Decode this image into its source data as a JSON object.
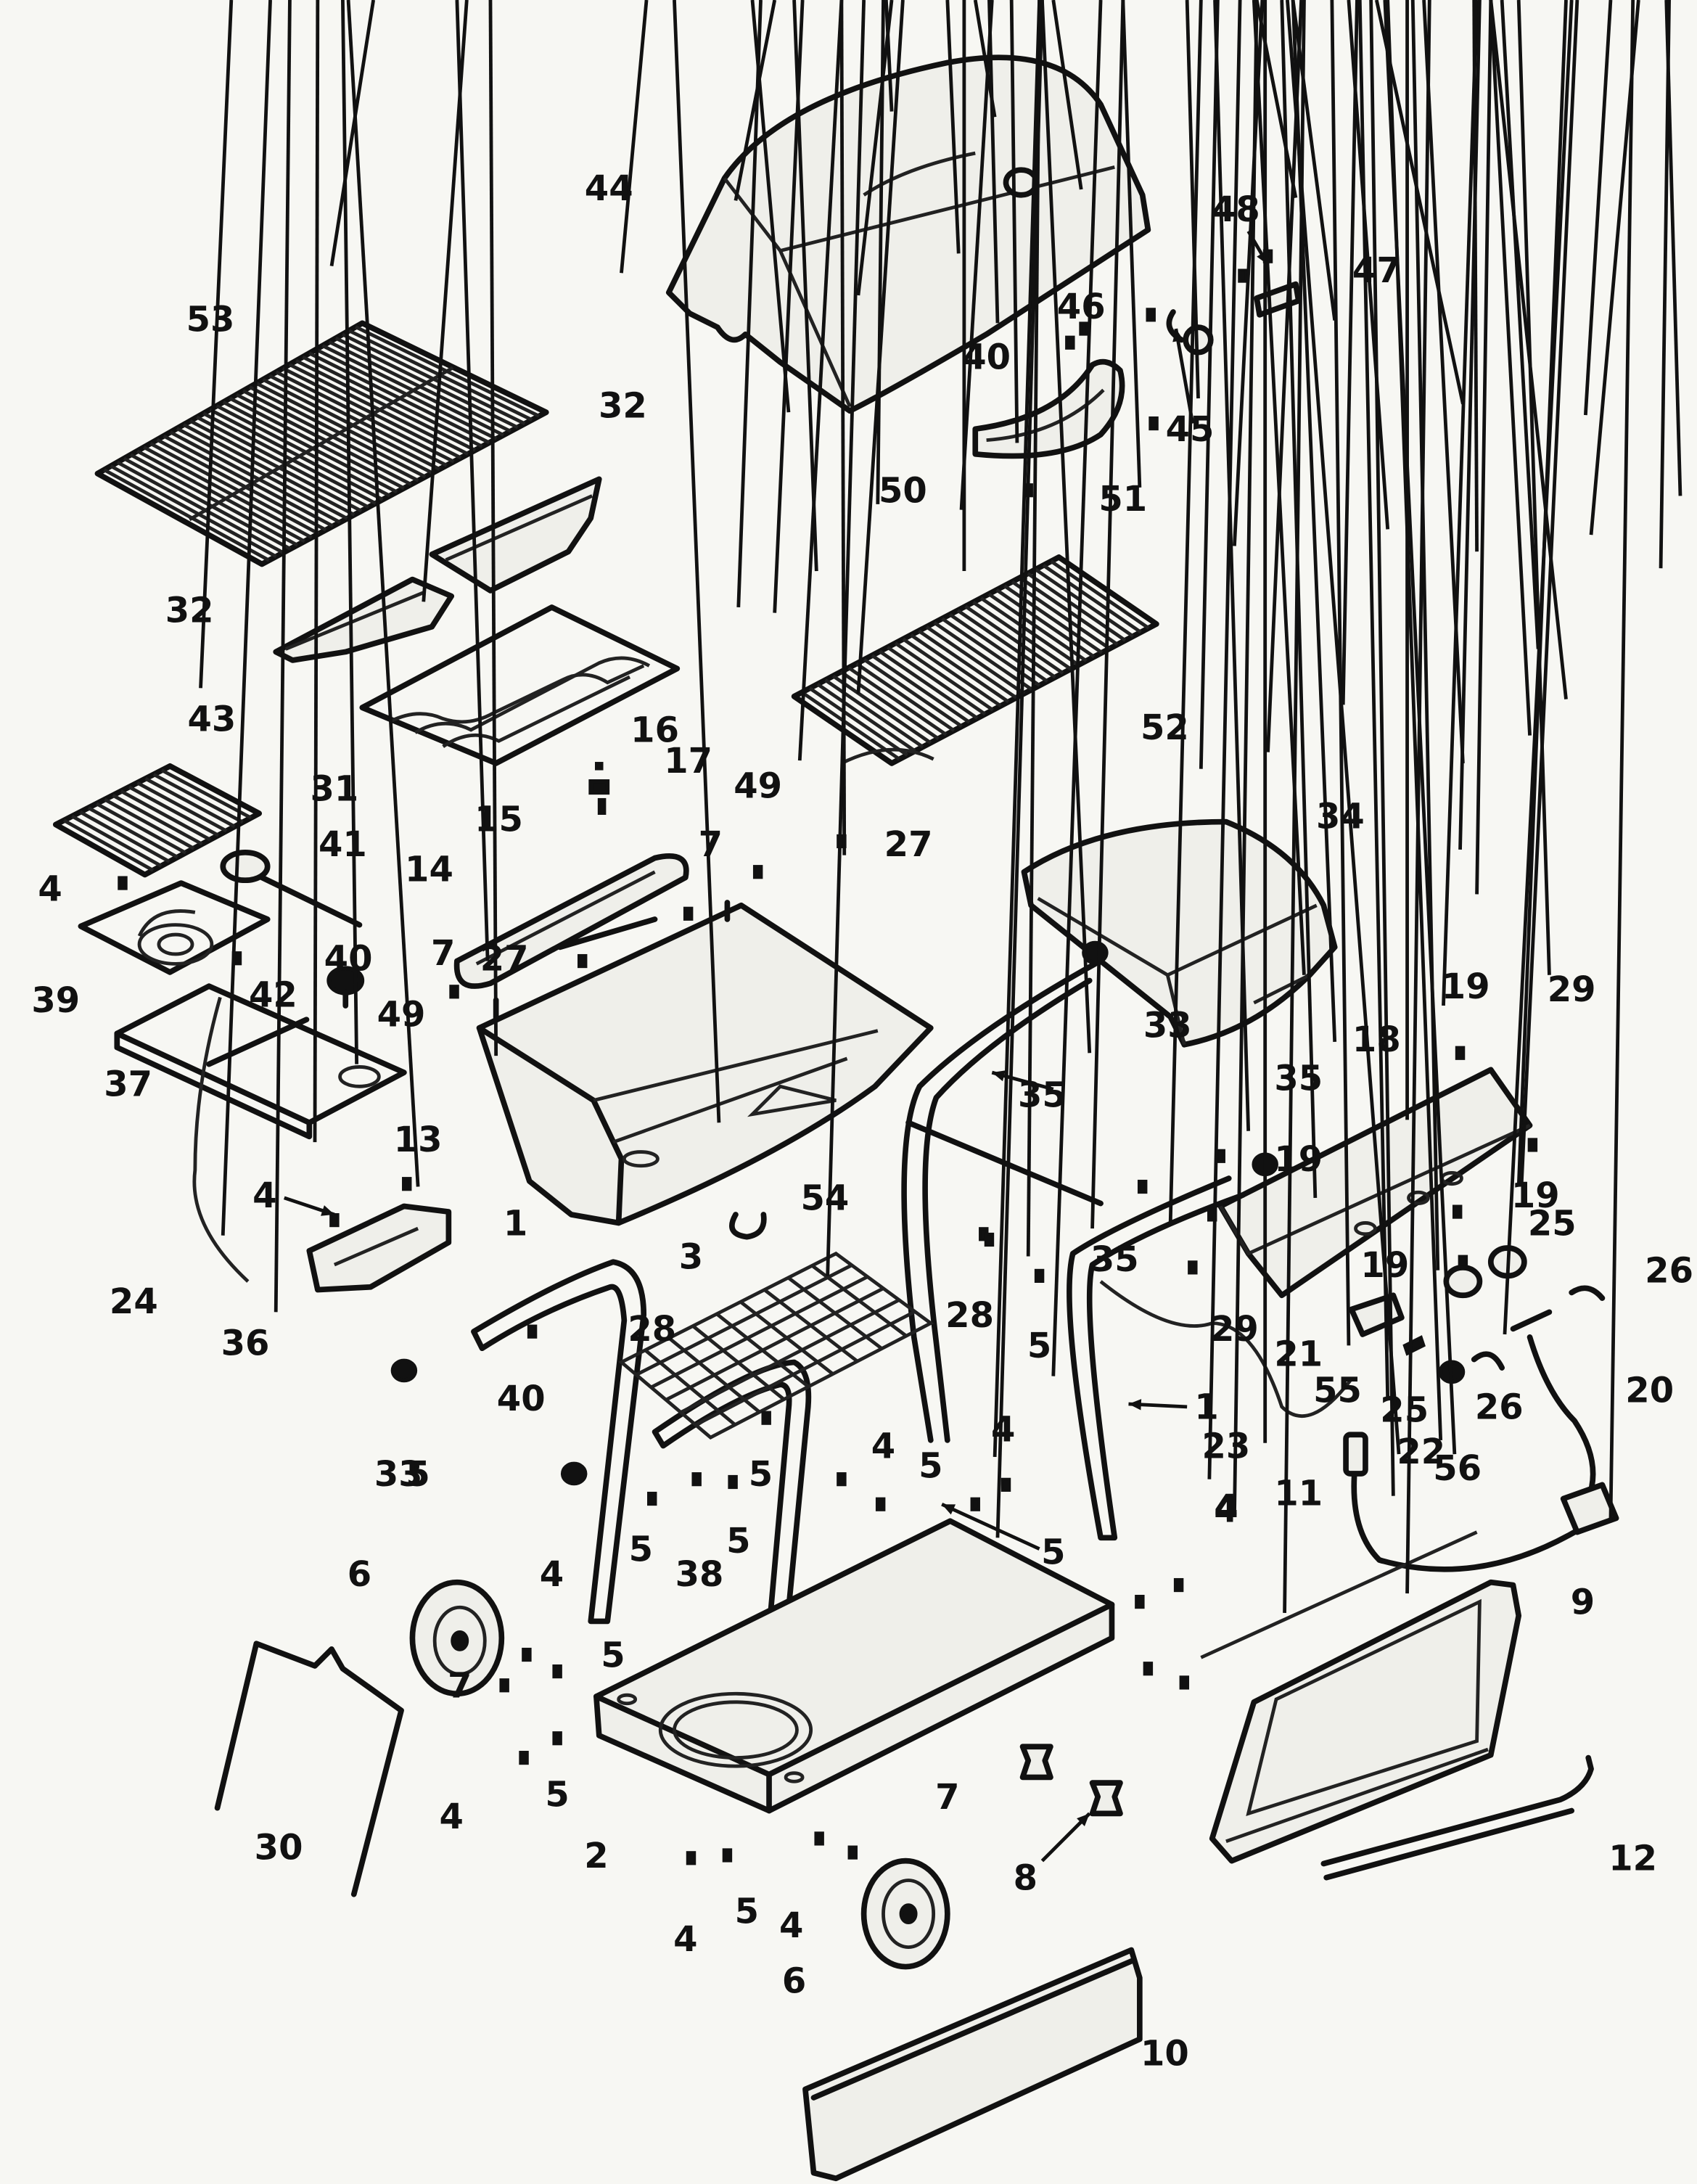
{
  "diagram": {
    "type": "exploded-parts-view",
    "callouts": [
      {
        "id": "c44a",
        "label": "44"
      },
      {
        "id": "c53",
        "label": "53"
      },
      {
        "id": "c32a",
        "label": "32"
      },
      {
        "id": "c32b",
        "label": "32"
      },
      {
        "id": "c48",
        "label": "48"
      },
      {
        "id": "c47",
        "label": "47"
      },
      {
        "id": "c46",
        "label": "46"
      },
      {
        "id": "c40a",
        "label": "40"
      },
      {
        "id": "c45",
        "label": "45"
      },
      {
        "id": "c50",
        "label": "50"
      },
      {
        "id": "c51",
        "label": "51"
      },
      {
        "id": "c43",
        "label": "43"
      },
      {
        "id": "c16",
        "label": "16"
      },
      {
        "id": "c17",
        "label": "17"
      },
      {
        "id": "c15",
        "label": "15"
      },
      {
        "id": "c31",
        "label": "31"
      },
      {
        "id": "c52",
        "label": "52"
      },
      {
        "id": "c49a",
        "label": "49"
      },
      {
        "id": "c27a",
        "label": "27"
      },
      {
        "id": "c34",
        "label": "34"
      },
      {
        "id": "c4a",
        "label": "4"
      },
      {
        "id": "c41",
        "label": "41"
      },
      {
        "id": "c14",
        "label": "14"
      },
      {
        "id": "c7a",
        "label": "7"
      },
      {
        "id": "c40b",
        "label": "40"
      },
      {
        "id": "c27b",
        "label": "27"
      },
      {
        "id": "c39",
        "label": "39"
      },
      {
        "id": "c42",
        "label": "42"
      },
      {
        "id": "c7b",
        "label": "7"
      },
      {
        "id": "c49b",
        "label": "49"
      },
      {
        "id": "c33a",
        "label": "33"
      },
      {
        "id": "c19a",
        "label": "19"
      },
      {
        "id": "c29a",
        "label": "29"
      },
      {
        "id": "c35a",
        "label": "35"
      },
      {
        "id": "c18",
        "label": "18"
      },
      {
        "id": "c35b",
        "label": "35"
      },
      {
        "id": "c37",
        "label": "37"
      },
      {
        "id": "c13",
        "label": "13"
      },
      {
        "id": "c19b",
        "label": "19"
      },
      {
        "id": "c4b",
        "label": "4"
      },
      {
        "id": "c54",
        "label": "54"
      },
      {
        "id": "c19c",
        "label": "19"
      },
      {
        "id": "c35c",
        "label": "35"
      },
      {
        "id": "c25a",
        "label": "25"
      },
      {
        "id": "c24",
        "label": "24"
      },
      {
        "id": "c36",
        "label": "36"
      },
      {
        "id": "c1a",
        "label": "1"
      },
      {
        "id": "c3",
        "label": "3"
      },
      {
        "id": "c19d",
        "label": "19"
      },
      {
        "id": "c26a",
        "label": "26"
      },
      {
        "id": "c28a",
        "label": "28"
      },
      {
        "id": "c29b",
        "label": "29"
      },
      {
        "id": "c21",
        "label": "21"
      },
      {
        "id": "c28b",
        "label": "28"
      },
      {
        "id": "c5a",
        "label": "5"
      },
      {
        "id": "c20",
        "label": "20"
      },
      {
        "id": "c40c",
        "label": "40"
      },
      {
        "id": "c55",
        "label": "55"
      },
      {
        "id": "c26b",
        "label": "26"
      },
      {
        "id": "c25b",
        "label": "25"
      },
      {
        "id": "c1b",
        "label": "1"
      },
      {
        "id": "c22",
        "label": "22"
      },
      {
        "id": "c56",
        "label": "56"
      },
      {
        "id": "c23",
        "label": "23"
      },
      {
        "id": "c4c",
        "label": "4"
      },
      {
        "id": "c33b",
        "label": "33"
      },
      {
        "id": "c5b",
        "label": "5"
      },
      {
        "id": "c5c",
        "label": "5"
      },
      {
        "id": "c4d",
        "label": "4"
      },
      {
        "id": "c11",
        "label": "11"
      },
      {
        "id": "c5d",
        "label": "5"
      },
      {
        "id": "c38",
        "label": "38"
      },
      {
        "id": "c5e",
        "label": "5"
      },
      {
        "id": "c5f",
        "label": "5"
      },
      {
        "id": "c4e",
        "label": "4"
      },
      {
        "id": "c9",
        "label": "9"
      },
      {
        "id": "c6a",
        "label": "6"
      },
      {
        "id": "c4f",
        "label": "4"
      },
      {
        "id": "c5g",
        "label": "5"
      },
      {
        "id": "c7c",
        "label": "7"
      },
      {
        "id": "c5h",
        "label": "5"
      },
      {
        "id": "c4g",
        "label": "4"
      },
      {
        "id": "c4h",
        "label": "4"
      },
      {
        "id": "c5i",
        "label": "5"
      },
      {
        "id": "c30",
        "label": "30"
      },
      {
        "id": "c2",
        "label": "2"
      },
      {
        "id": "c7d",
        "label": "7"
      },
      {
        "id": "c12",
        "label": "12"
      },
      {
        "id": "c8",
        "label": "8"
      },
      {
        "id": "c5j",
        "label": "5"
      },
      {
        "id": "c4i",
        "label": "4"
      },
      {
        "id": "c4j",
        "label": "4"
      },
      {
        "id": "c6b",
        "label": "6"
      },
      {
        "id": "c10",
        "label": "10"
      }
    ]
  }
}
